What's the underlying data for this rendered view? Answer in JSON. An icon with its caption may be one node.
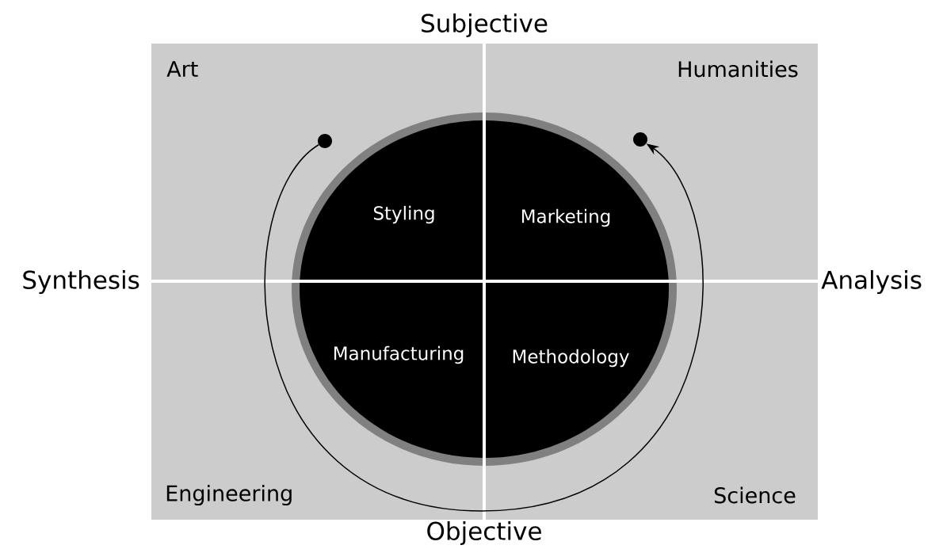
{
  "diagram": {
    "nodes": [
      {
        "text": [],
        "shape": "circle"
      },
      {
        "text": [],
        "shape": "circle"
      }
    ],
    "edges": [
      {
        "from": 0,
        "to": 1,
        "arrow": "to"
      }
    ],
    "labels": [
      "Subjective",
      "Art",
      "Humanities",
      "Styling",
      "Marketing",
      "Synthesis",
      "Analysis",
      "Manufacturing",
      "Methodology",
      "Engineering",
      "Science",
      "Objective"
    ]
  }
}
